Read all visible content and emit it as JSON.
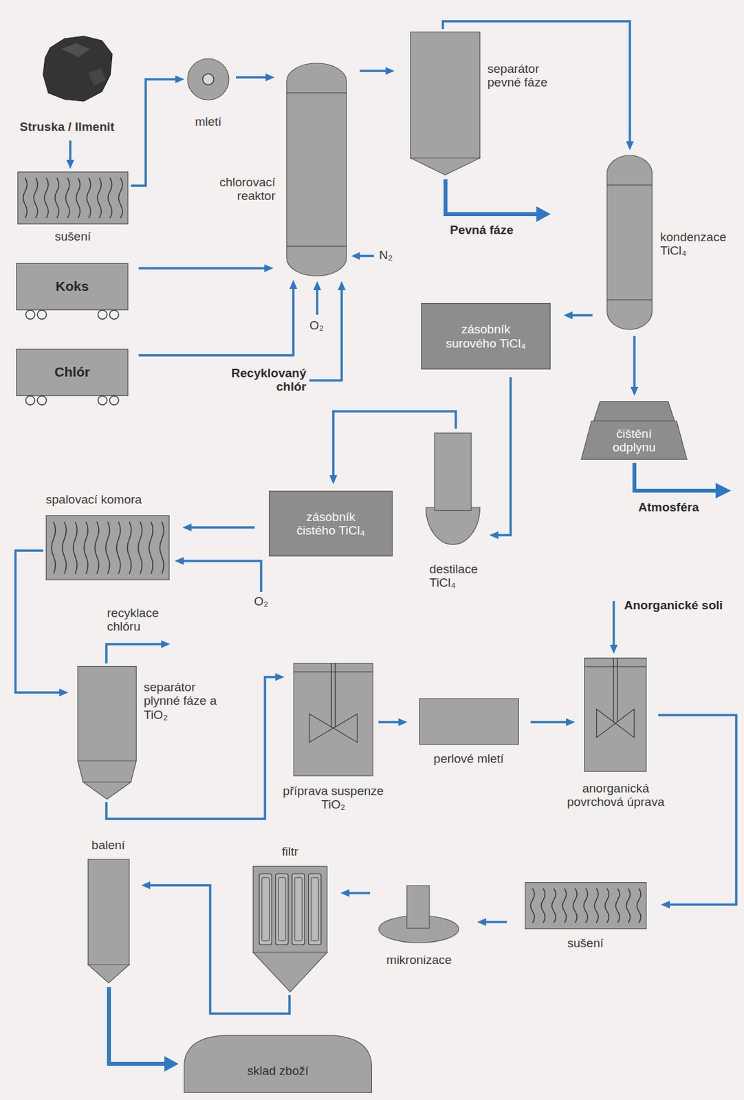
{
  "diagram": {
    "nodes": [
      {
        "text": [
          "Struska / Ilmenit"
        ]
      },
      {
        "text": [
          "sušení"
        ]
      },
      {
        "text": [
          "mletí"
        ]
      },
      {
        "text": [
          "Koks"
        ]
      },
      {
        "text": [
          "Chlór"
        ]
      },
      {
        "text": [
          "chlorovací reaktor"
        ]
      },
      {
        "text": [
          "separátor pevné fáze"
        ]
      },
      {
        "text": [
          "kondenzace TiCl₄"
        ]
      },
      {
        "text": [
          "zásobník surového TiCl₄"
        ]
      },
      {
        "text": [
          "čištění odplynu"
        ]
      },
      {
        "text": [
          "destilace TiCl₄"
        ]
      },
      {
        "text": [
          "zásobník čistého TiCl₄"
        ]
      },
      {
        "text": [
          "spalovací komora"
        ]
      },
      {
        "text": [
          "separátor plynné fáze a TiO₂"
        ]
      },
      {
        "text": [
          "příprava suspenze TiO₂"
        ]
      },
      {
        "text": [
          "perlové mletí"
        ]
      },
      {
        "text": [
          "anorganická povrchová úprava"
        ]
      },
      {
        "text": [
          "sušení"
        ]
      },
      {
        "text": [
          "mikronizace"
        ]
      },
      {
        "text": [
          "filtr"
        ]
      },
      {
        "text": [
          "balení"
        ]
      },
      {
        "text": [
          "sklad zboží"
        ]
      }
    ],
    "edges": [
      {
        "from": 0,
        "to": 1,
        "arrow": "to"
      },
      {
        "from": 1,
        "to": 2,
        "arrow": "to"
      },
      {
        "from": 2,
        "to": 5,
        "arrow": "to"
      },
      {
        "from": 3,
        "to": 5,
        "arrow": "to"
      },
      {
        "from": 4,
        "to": 5,
        "arrow": "to"
      },
      {
        "from": 5,
        "to": 6,
        "arrow": "to"
      },
      {
        "from": 6,
        "to": 7,
        "arrow": "to"
      },
      {
        "from": 7,
        "to": 8,
        "arrow": "to"
      },
      {
        "from": 7,
        "to": 9,
        "arrow": "to"
      },
      {
        "from": 8,
        "to": 10,
        "arrow": "to"
      },
      {
        "from": 10,
        "to": 11,
        "arrow": "to"
      },
      {
        "from": 11,
        "to": 12,
        "arrow": "to"
      },
      {
        "from": 12,
        "to": 13,
        "arrow": "to"
      },
      {
        "from": 13,
        "to": 14,
        "arrow": "to"
      },
      {
        "from": 14,
        "to": 15,
        "arrow": "to"
      },
      {
        "from": 15,
        "to": 16,
        "arrow": "to"
      },
      {
        "from": 16,
        "to": 17,
        "arrow": "to"
      },
      {
        "from": 17,
        "to": 18,
        "arrow": "to"
      },
      {
        "from": 18,
        "to": 19,
        "arrow": "to"
      },
      {
        "from": 19,
        "to": 20,
        "arrow": "to"
      },
      {
        "from": 20,
        "to": 21,
        "arrow": "to"
      }
    ],
    "labels": [
      "Pevná fáze",
      "N₂",
      "O₂",
      "Recyklovaný chlór",
      "Atmosféra",
      "O₂",
      "recyklace chlóru",
      "Anorganické soli"
    ]
  }
}
